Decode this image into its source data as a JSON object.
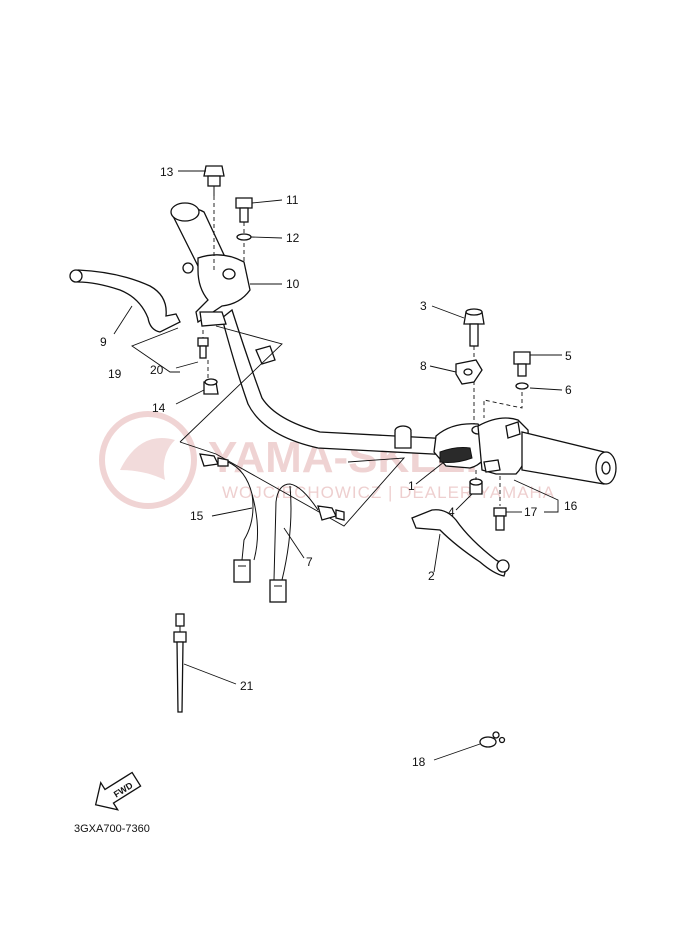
{
  "watermark": {
    "brand": "YAMA-SKLEP.PL",
    "dealer": "WOJCIECHOWICZ | DEALER YAMAHA"
  },
  "drawing_code": "3GXA700-7360",
  "fwd_label": "FWD",
  "callouts": {
    "c1": "1",
    "c2": "2",
    "c3": "3",
    "c4": "4",
    "c5": "5",
    "c6": "6",
    "c7": "7",
    "c8": "8",
    "c9": "9",
    "c10": "10",
    "c11": "11",
    "c12": "12",
    "c13": "13",
    "c14": "14",
    "c15": "15",
    "c16": "16",
    "c17": "17",
    "c18": "18",
    "c19": "19",
    "c20": "20",
    "c21": "21"
  },
  "colors": {
    "ink": "#111111",
    "watermark": "#e3b0b0",
    "paper": "#ffffff"
  }
}
